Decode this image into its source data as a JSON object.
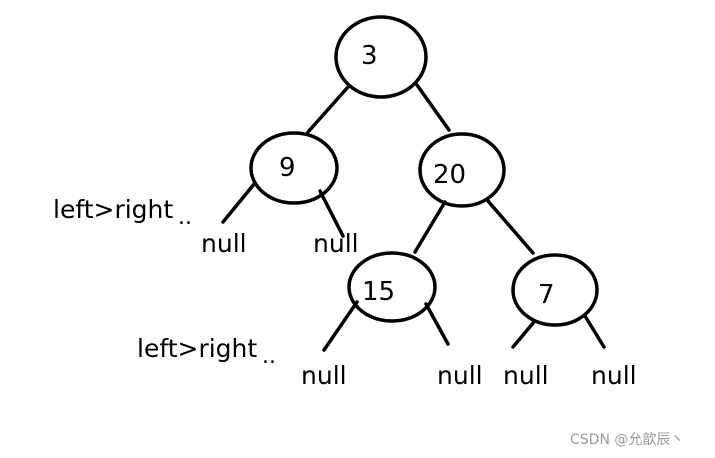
{
  "tree": {
    "nodes": [
      {
        "id": "n3",
        "label": "3"
      },
      {
        "id": "n9",
        "label": "9"
      },
      {
        "id": "n20",
        "label": "20"
      },
      {
        "id": "n15",
        "label": "15"
      },
      {
        "id": "n7",
        "label": "7"
      }
    ],
    "null_leaves": [
      "null",
      "null",
      "null",
      "null",
      "null",
      "null"
    ],
    "annotations": [
      "left>right",
      "left>right"
    ],
    "annotation_marks": [
      "..",
      ".."
    ]
  },
  "watermark": "CSDN @允歆辰丶"
}
